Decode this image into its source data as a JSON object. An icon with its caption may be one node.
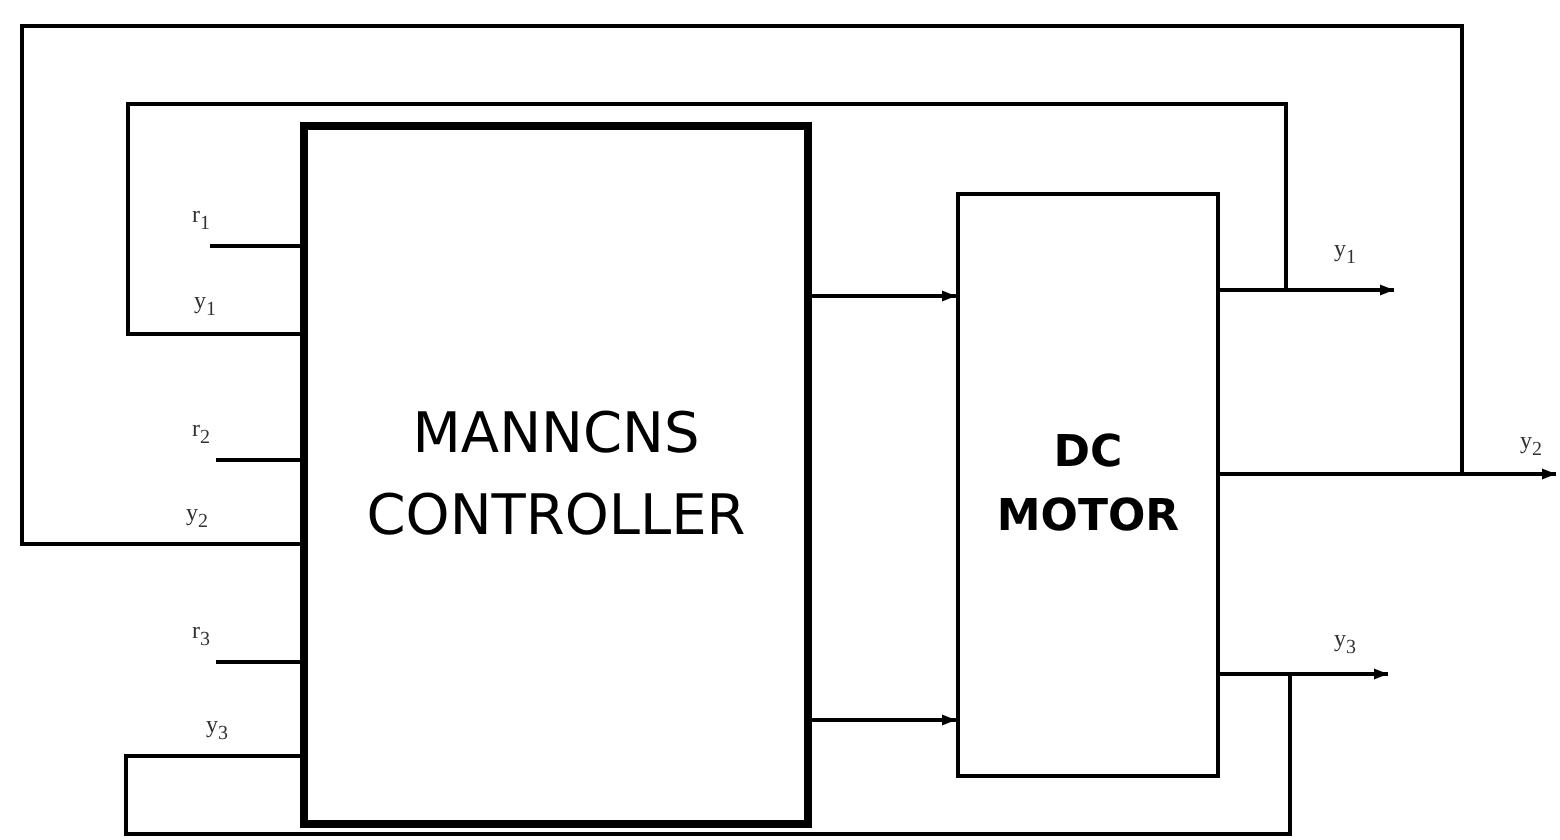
{
  "diagram": {
    "nodes": [
      {
        "text": [
          "MANNCNS CONTROLLER"
        ]
      },
      {
        "text": [
          "DC MOTOR"
        ]
      }
    ],
    "edges": [
      {
        "from": null,
        "to": 0,
        "arrow": "none",
        "label": "r$_{1}$"
      },
      {
        "from": 1,
        "to": 0,
        "arrow": "none",
        "label": "y$_{1}$"
      },
      {
        "from": null,
        "to": 0,
        "arrow": "none",
        "label": "r$_{2}$"
      },
      {
        "from": 1,
        "to": 0,
        "arrow": "none",
        "label": "y$_{2}$"
      },
      {
        "from": null,
        "to": 0,
        "arrow": "none",
        "label": "r$_{3}$"
      },
      {
        "from": 1,
        "to": 0,
        "arrow": "none",
        "label": "y$_{3}$"
      },
      {
        "from": 0,
        "to": 1,
        "arrow": "to"
      },
      {
        "from": 0,
        "to": 1,
        "arrow": "to"
      },
      {
        "from": 1,
        "to": null,
        "arrow": "to",
        "label": "y$_{1}$"
      },
      {
        "from": 1,
        "to": null,
        "arrow": "to",
        "label": "y$_{2}$"
      },
      {
        "from": 1,
        "to": null,
        "arrow": "to",
        "label": "y$_{3}$"
      }
    ]
  }
}
